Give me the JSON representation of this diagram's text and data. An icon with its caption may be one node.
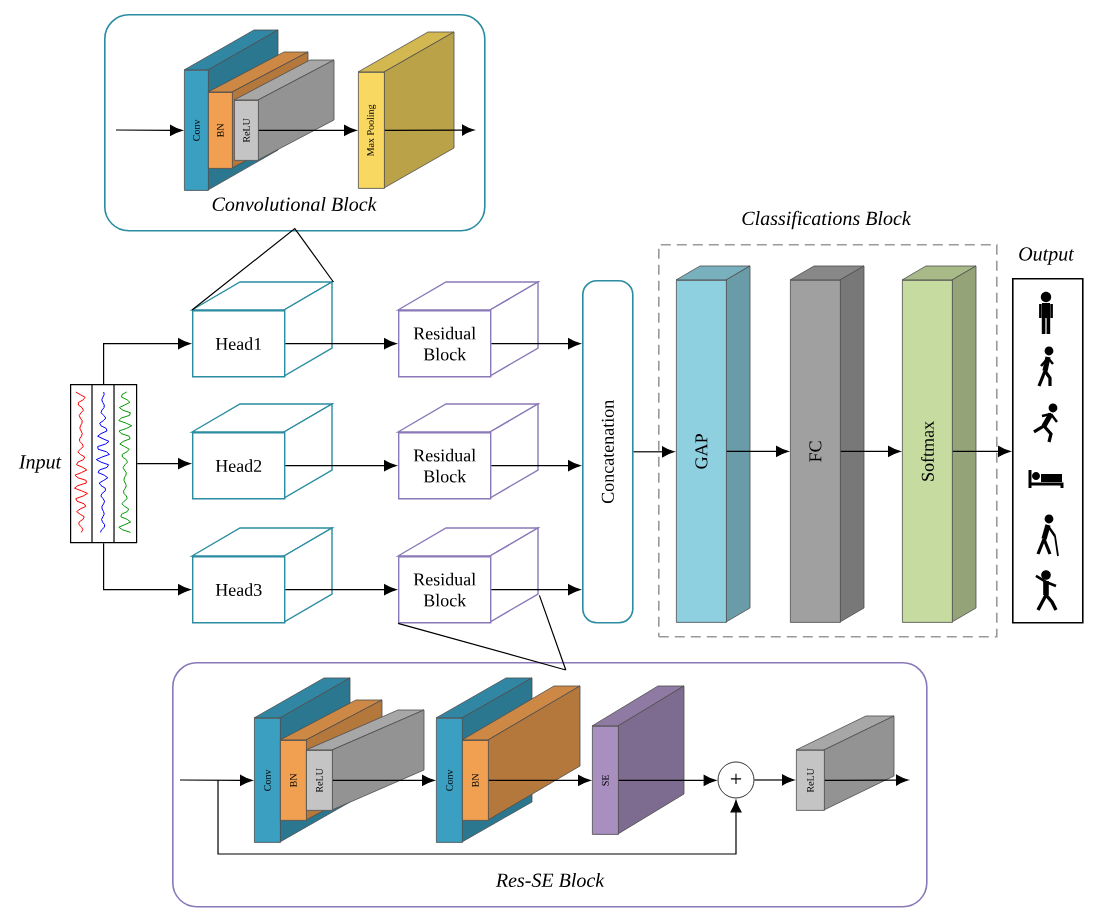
{
  "diagram": {
    "nodes": [
      {
        "text": [
          "Convolutional Block"
        ]
      },
      {
        "text": [
          "Conv"
        ],
        "in": 0
      },
      {
        "text": [
          "BN"
        ],
        "in": 0
      },
      {
        "text": [
          "ReLU"
        ],
        "in": 0
      },
      {
        "text": [
          "Max Pooling"
        ],
        "in": 0
      },
      {
        "text": [],
        "shape": "picture",
        "beside": [
          "Input"
        ]
      },
      {
        "text": [
          "Head1"
        ]
      },
      {
        "text": [
          "Head2"
        ]
      },
      {
        "text": [
          "Head3"
        ]
      },
      {
        "text": [
          "Residual Block"
        ]
      },
      {
        "text": [
          "Residual Block"
        ]
      },
      {
        "text": [
          "Residual Block"
        ]
      },
      {
        "text": [
          "Concatenation"
        ]
      },
      {
        "text": [
          "Classifications Block"
        ]
      },
      {
        "text": [
          "GAP"
        ],
        "in": 13
      },
      {
        "text": [
          "FC"
        ],
        "in": 13
      },
      {
        "text": [
          "Softmax"
        ],
        "in": 13
      },
      {
        "text": [
          "Output"
        ]
      },
      {
        "text": [
          "Res-SE Block"
        ]
      },
      {
        "text": [
          "Conv"
        ],
        "in": 18
      },
      {
        "text": [
          "BN"
        ],
        "in": 18
      },
      {
        "text": [
          "ReLU"
        ],
        "in": 18
      },
      {
        "text": [
          "Conv"
        ],
        "in": 18
      },
      {
        "text": [
          "BN"
        ],
        "in": 18
      },
      {
        "text": [
          "SE"
        ],
        "in": 18
      },
      {
        "text": [
          "+"
        ],
        "in": 18
      },
      {
        "text": [
          "ReLU"
        ],
        "in": 18
      }
    ],
    "edges": [
      {
        "from": null,
        "to": 1,
        "arrow": "to"
      },
      {
        "from": 3,
        "to": 4,
        "arrow": "to"
      },
      {
        "from": 4,
        "to": null,
        "arrow": "to"
      },
      {
        "from": 5,
        "to": 6,
        "arrow": "to"
      },
      {
        "from": 5,
        "to": 7,
        "arrow": "to"
      },
      {
        "from": 5,
        "to": 8,
        "arrow": "to"
      },
      {
        "from": 6,
        "to": 9,
        "arrow": "to"
      },
      {
        "from": 7,
        "to": 10,
        "arrow": "to"
      },
      {
        "from": 8,
        "to": 11,
        "arrow": "to"
      },
      {
        "from": 9,
        "to": 12,
        "arrow": "to"
      },
      {
        "from": 10,
        "to": 12,
        "arrow": "to"
      },
      {
        "from": 11,
        "to": 12,
        "arrow": "to"
      },
      {
        "from": 12,
        "to": 14,
        "arrow": "to"
      },
      {
        "from": 14,
        "to": 15,
        "arrow": "to"
      },
      {
        "from": 15,
        "to": 16,
        "arrow": "to"
      },
      {
        "from": 16,
        "to": 17,
        "arrow": "to"
      },
      {
        "from": 0,
        "to": 6,
        "arrow": "none"
      },
      {
        "from": 18,
        "to": 11,
        "arrow": "none"
      },
      {
        "from": null,
        "to": 19,
        "arrow": "to"
      },
      {
        "from": 21,
        "to": 22,
        "arrow": "to"
      },
      {
        "from": 23,
        "to": 24,
        "arrow": "to"
      },
      {
        "from": 24,
        "to": 25,
        "arrow": "to"
      },
      {
        "from": 25,
        "to": 26,
        "arrow": "to"
      },
      {
        "from": 26,
        "to": null,
        "arrow": "to"
      },
      {
        "from": null,
        "to": 25,
        "arrow": "to"
      }
    ]
  }
}
